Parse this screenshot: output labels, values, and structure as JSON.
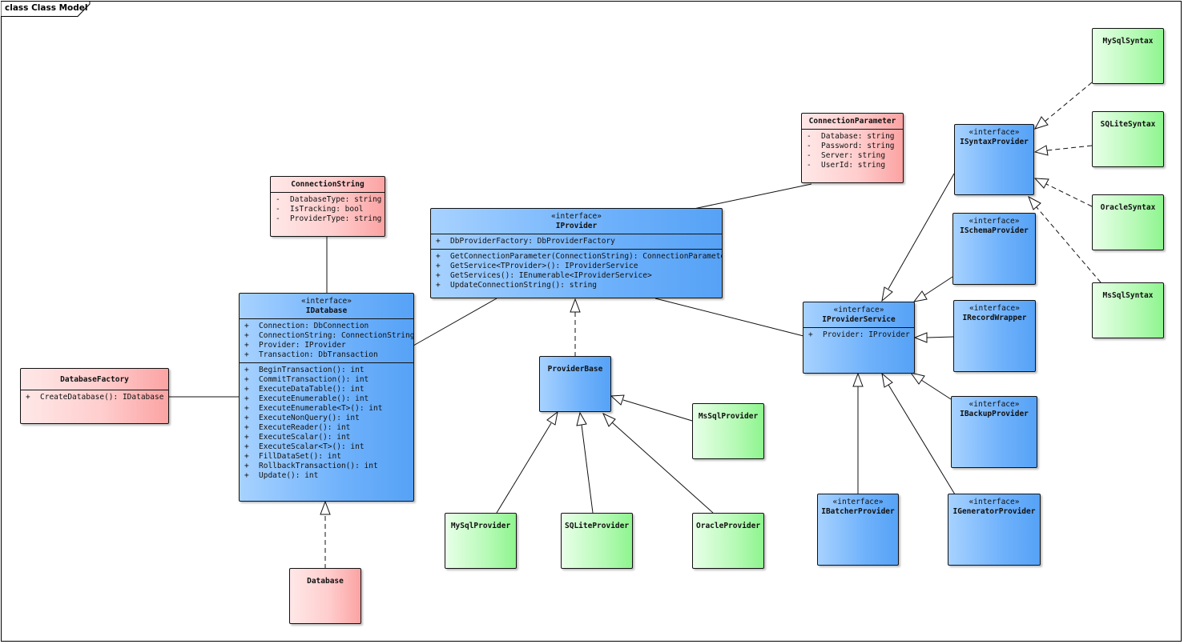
{
  "frame": {
    "label": "class Class Model"
  },
  "classes": {
    "connection_string": {
      "name": "ConnectionString",
      "attributes": [
        {
          "vis": "-",
          "text": "DatabaseType: string"
        },
        {
          "vis": "-",
          "text": "IsTracking: bool"
        },
        {
          "vis": "-",
          "text": "ProviderType: string"
        }
      ]
    },
    "connection_parameter": {
      "name": "ConnectionParameter",
      "attributes": [
        {
          "vis": "-",
          "text": "Database: string"
        },
        {
          "vis": "-",
          "text": "Password: string"
        },
        {
          "vis": "-",
          "text": "Server: string"
        },
        {
          "vis": "-",
          "text": "UserId: string"
        }
      ]
    },
    "iprovider": {
      "stereotype": "«interface»",
      "name": "IProvider",
      "attributes": [
        {
          "vis": "+",
          "text": "DbProviderFactory: DbProviderFactory"
        }
      ],
      "operations": [
        {
          "vis": "+",
          "text": "GetConnectionParameter(ConnectionString): ConnectionParameter"
        },
        {
          "vis": "+",
          "text": "GetService<TProvider>(): IProviderService"
        },
        {
          "vis": "+",
          "text": "GetServices(): IEnumerable<IProviderService>"
        },
        {
          "vis": "+",
          "text": "UpdateConnectionString(): string"
        }
      ]
    },
    "idatabase": {
      "stereotype": "«interface»",
      "name": "IDatabase",
      "attributes": [
        {
          "vis": "+",
          "text": "Connection: DbConnection"
        },
        {
          "vis": "+",
          "text": "ConnectionString: ConnectionString"
        },
        {
          "vis": "+",
          "text": "Provider: IProvider"
        },
        {
          "vis": "+",
          "text": "Transaction: DbTransaction"
        }
      ],
      "operations": [
        {
          "vis": "+",
          "text": "BeginTransaction(): int"
        },
        {
          "vis": "+",
          "text": "CommitTransaction(): int"
        },
        {
          "vis": "+",
          "text": "ExecuteDataTable(): int"
        },
        {
          "vis": "+",
          "text": "ExecuteEnumerable(): int"
        },
        {
          "vis": "+",
          "text": "ExecuteEnumerable<T>(): int"
        },
        {
          "vis": "+",
          "text": "ExecuteNonQuery(): int"
        },
        {
          "vis": "+",
          "text": "ExecuteReader(): int"
        },
        {
          "vis": "+",
          "text": "ExecuteScalar(): int"
        },
        {
          "vis": "+",
          "text": "ExecuteScalar<T>(): int"
        },
        {
          "vis": "+",
          "text": "FillDataSet(): int"
        },
        {
          "vis": "+",
          "text": "RollbackTransaction(): int"
        },
        {
          "vis": "+",
          "text": "Update(): int"
        }
      ]
    },
    "database_factory": {
      "name": "DatabaseFactory",
      "operations": [
        {
          "vis": "+",
          "text": "CreateDatabase(): IDatabase"
        }
      ]
    },
    "database": {
      "name": "Database"
    },
    "provider_base": {
      "name": "ProviderBase"
    },
    "mssql_provider": {
      "name": "MsSqlProvider"
    },
    "mysql_provider": {
      "name": "MySqlProvider"
    },
    "sqlite_provider": {
      "name": "SQLiteProvider"
    },
    "oracle_provider": {
      "name": "OracleProvider"
    },
    "iprovider_service": {
      "stereotype": "«interface»",
      "name": "IProviderService",
      "attributes": [
        {
          "vis": "+",
          "text": "Provider: IProvider"
        }
      ]
    },
    "isyntax_provider": {
      "stereotype": "«interface»",
      "name": "ISyntaxProvider"
    },
    "ischema_provider": {
      "stereotype": "«interface»",
      "name": "ISchemaProvider"
    },
    "irecord_wrapper": {
      "stereotype": "«interface»",
      "name": "IRecordWrapper"
    },
    "ibackup_provider": {
      "stereotype": "«interface»",
      "name": "IBackupProvider"
    },
    "ibatcher_provider": {
      "stereotype": "«interface»",
      "name": "IBatcherProvider"
    },
    "igenerator_provider": {
      "stereotype": "«interface»",
      "name": "IGeneratorProvider"
    },
    "mysql_syntax": {
      "name": "MySqlSyntax"
    },
    "sqlite_syntax": {
      "name": "SQLiteSyntax"
    },
    "oracle_syntax": {
      "name": "OracleSyntax"
    },
    "mssql_syntax": {
      "name": "MsSqlSyntax"
    }
  }
}
